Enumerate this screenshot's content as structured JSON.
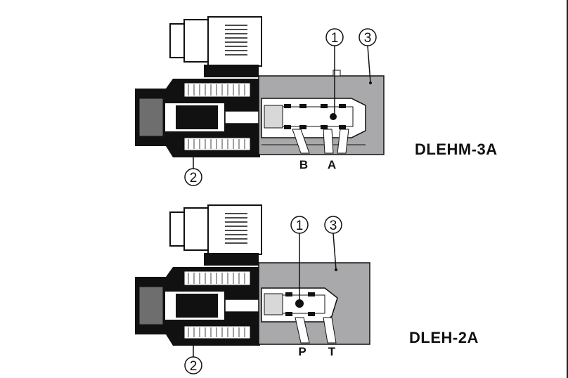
{
  "diagrams": [
    {
      "model": "DLEHM-3A",
      "ports": [
        "B",
        "A"
      ],
      "callouts": [
        "1",
        "2",
        "3"
      ]
    },
    {
      "model": "DLEH-2A",
      "ports": [
        "P",
        "T"
      ],
      "callouts": [
        "1",
        "2",
        "3"
      ]
    }
  ],
  "colors": {
    "housing_gray": "#a9a9ab",
    "black": "#111111",
    "light_gray": "#d8d8d8",
    "white": "#ffffff"
  }
}
